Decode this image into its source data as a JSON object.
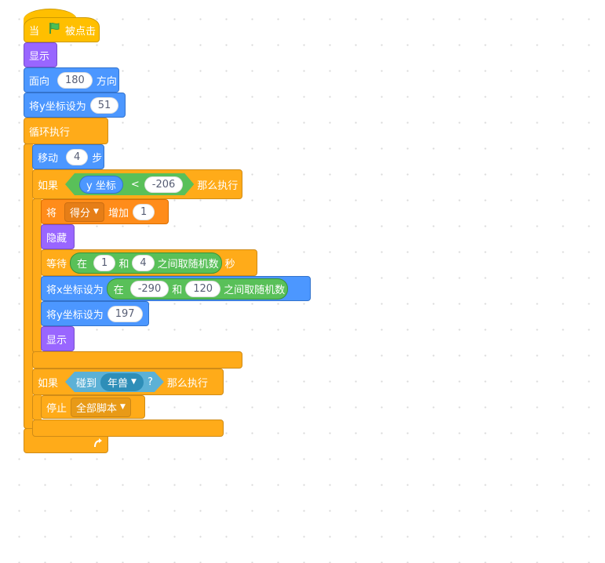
{
  "script": {
    "hat": {
      "label_before": "当",
      "flag_icon": "green-flag-icon",
      "label_after": "被点击"
    },
    "show1": {
      "label": "显示"
    },
    "point": {
      "label_before": "面向",
      "value": "180",
      "label_after": "方向"
    },
    "set_y1": {
      "label": "将y坐标设为",
      "value": "51"
    },
    "forever": {
      "label": "循环执行",
      "arrow_icon": "loop-arrow-icon"
    },
    "move": {
      "label_before": "移动",
      "value": "4",
      "label_after": "步"
    },
    "if1": {
      "label_before": "如果",
      "label_after": "那么执行",
      "condition": {
        "reporter": "y 坐标",
        "operator": "<",
        "value": "-206"
      }
    },
    "change_var": {
      "label_before": "将",
      "variable": "得分",
      "label_mid": "增加",
      "value": "1"
    },
    "hide": {
      "label": "隐藏"
    },
    "wait": {
      "label": "等待",
      "suffix": "秒",
      "random": {
        "label_before": "在",
        "from": "1",
        "label_mid": "和",
        "to": "4",
        "label_after": "之间取随机数"
      }
    },
    "set_x": {
      "label": "将x坐标设为",
      "random": {
        "label_before": "在",
        "from": "-290",
        "label_mid": "和",
        "to": "120",
        "label_after": "之间取随机数"
      }
    },
    "set_y2": {
      "label": "将y坐标设为",
      "value": "197"
    },
    "show2": {
      "label": "显示"
    },
    "if2": {
      "label_before": "如果",
      "label_after": "那么执行",
      "condition": {
        "label": "碰到",
        "target": "年兽",
        "question": "?"
      }
    },
    "stop": {
      "label": "停止",
      "option": "全部脚本"
    }
  }
}
